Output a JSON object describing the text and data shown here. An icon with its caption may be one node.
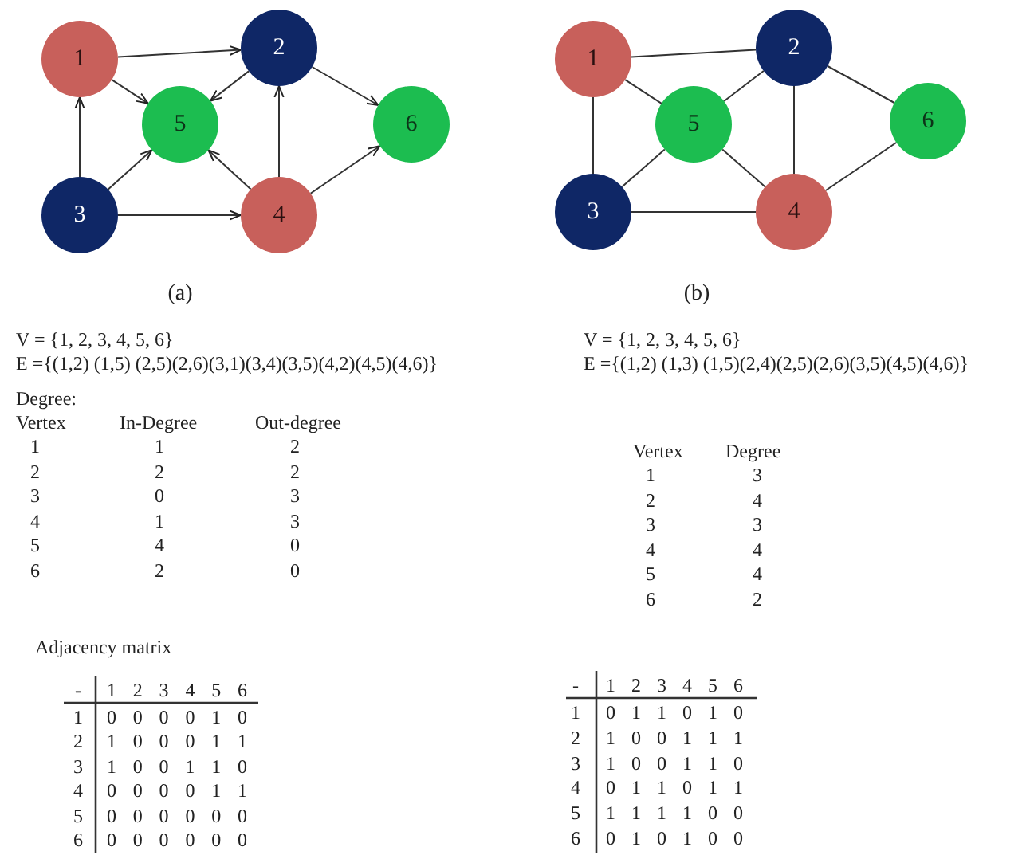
{
  "diagram": {
    "nodes": [
      {
        "text": [
          "1"
        ]
      },
      {
        "text": [
          "2"
        ]
      },
      {
        "text": [
          "3"
        ]
      },
      {
        "text": [
          "4"
        ]
      },
      {
        "text": [
          "5"
        ]
      },
      {
        "text": [
          "6"
        ]
      },
      {
        "text": [
          "1"
        ]
      },
      {
        "text": [
          "2"
        ]
      },
      {
        "text": [
          "3"
        ]
      },
      {
        "text": [
          "4"
        ]
      },
      {
        "text": [
          "5"
        ]
      },
      {
        "text": [
          "6"
        ]
      }
    ],
    "edges": [
      {
        "from": 0,
        "to": 1,
        "arrow": "to"
      },
      {
        "from": 0,
        "to": 4,
        "arrow": "to"
      },
      {
        "from": 1,
        "to": 4,
        "arrow": "to"
      },
      {
        "from": 1,
        "to": 5,
        "arrow": "to"
      },
      {
        "from": 2,
        "to": 0,
        "arrow": "to"
      },
      {
        "from": 2,
        "to": 3,
        "arrow": "to"
      },
      {
        "from": 2,
        "to": 4,
        "arrow": "to"
      },
      {
        "from": 3,
        "to": 1,
        "arrow": "to"
      },
      {
        "from": 3,
        "to": 4,
        "arrow": "to"
      },
      {
        "from": 3,
        "to": 5,
        "arrow": "to"
      },
      {
        "from": 6,
        "to": 7,
        "arrow": "none"
      },
      {
        "from": 6,
        "to": 8,
        "arrow": "none"
      },
      {
        "from": 6,
        "to": 10,
        "arrow": "none"
      },
      {
        "from": 7,
        "to": 9,
        "arrow": "none"
      },
      {
        "from": 7,
        "to": 10,
        "arrow": "none"
      },
      {
        "from": 7,
        "to": 11,
        "arrow": "none"
      },
      {
        "from": 8,
        "to": 10,
        "arrow": "none"
      },
      {
        "from": 8,
        "to": 9,
        "arrow": "none"
      },
      {
        "from": 9,
        "to": 10,
        "arrow": "none"
      },
      {
        "from": 9,
        "to": 11,
        "arrow": "none"
      }
    ],
    "labels": [
      "(a)",
      "(b)",
      "V = {1, 2, 3, 4, 5, 6}",
      "E ={(1,2) (1,5) (2,5)(2,6)(3,1)(3,4)(3,5)(4,2)(4,5)(4,6)}",
      "Degree:",
      "Vertex",
      "In-Degree",
      "Out-degree",
      "1",
      "1",
      "2",
      "2",
      "2",
      "2",
      "3",
      "0",
      "3",
      "4",
      "1",
      "3",
      "5",
      "4",
      "0",
      "6",
      "2",
      "0",
      "V = {1, 2, 3, 4, 5, 6}",
      "E ={(1,2) (1,3) (1,5)(2,4)(2,5)(2,6)(3,5)(4,5)(4,6)}",
      "Vertex",
      "Degree",
      "1",
      "3",
      "2",
      "4",
      "3",
      "3",
      "4",
      "4",
      "5",
      "4",
      "6",
      "2",
      "Adjacency matrix",
      "-",
      "1",
      "2",
      "3",
      "4",
      "5",
      "6",
      "1",
      "0",
      "0",
      "0",
      "0",
      "1",
      "0",
      "2",
      "1",
      "0",
      "0",
      "0",
      "1",
      "1",
      "3",
      "1",
      "0",
      "0",
      "1",
      "1",
      "0",
      "4",
      "0",
      "0",
      "0",
      "0",
      "1",
      "1",
      "5",
      "0",
      "0",
      "0",
      "0",
      "0",
      "0",
      "6",
      "0",
      "0",
      "0",
      "0",
      "0",
      "0",
      "-",
      "1",
      "2",
      "3",
      "4",
      "5",
      "6",
      "1",
      "0",
      "1",
      "1",
      "0",
      "1",
      "0",
      "2",
      "1",
      "0",
      "0",
      "1",
      "1",
      "1",
      "3",
      "1",
      "0",
      "0",
      "1",
      "1",
      "0",
      "4",
      "0",
      "1",
      "1",
      "0",
      "1",
      "1",
      "5",
      "1",
      "1",
      "1",
      "1",
      "0",
      "0",
      "6",
      "0",
      "1",
      "0",
      "1",
      "0",
      "0"
    ]
  }
}
